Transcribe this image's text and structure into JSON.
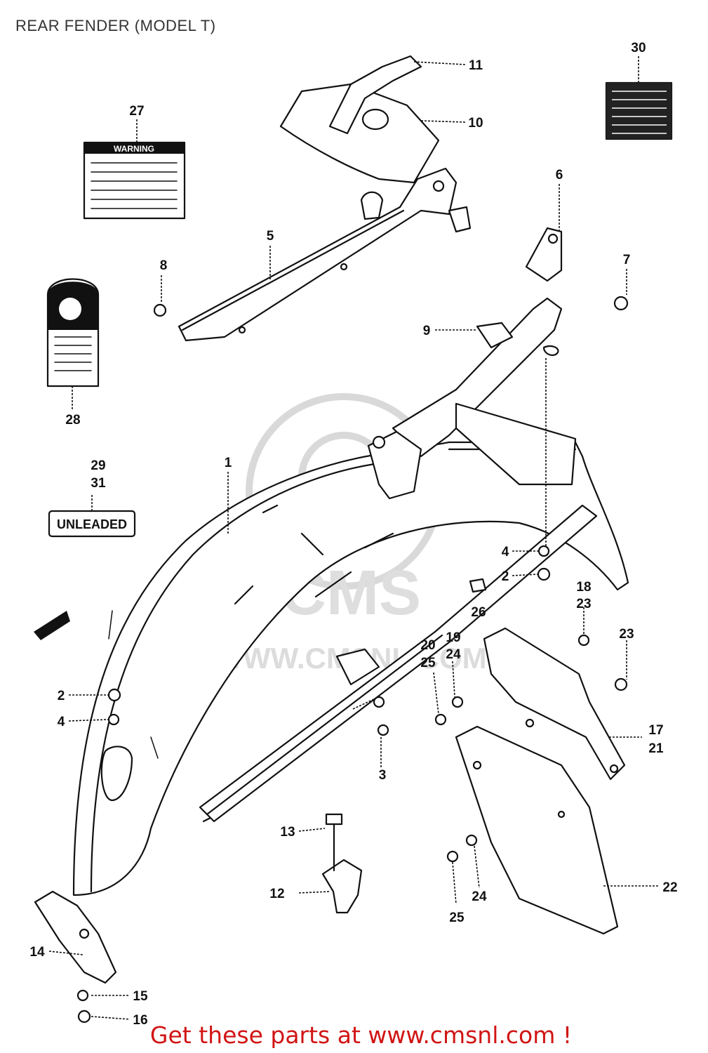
{
  "page": {
    "title": "REAR FENDER (MODEL T)",
    "footer": "Get these parts at www.cmsnl.com !",
    "watermark_text": "WWW.CMSNL.COM",
    "watermark_logo": "CMS"
  },
  "labels": {
    "warning_label_text": "WARNING",
    "unleaded_label_text": "UNLEADED"
  },
  "callouts": {
    "c1": "1",
    "c2a": "2",
    "c2b": "2",
    "c3": "3",
    "c4a": "4",
    "c4b": "4",
    "c5": "5",
    "c6": "6",
    "c7": "7",
    "c8": "8",
    "c9": "9",
    "c10": "10",
    "c11": "11",
    "c12": "12",
    "c13": "13",
    "c14": "14",
    "c15": "15",
    "c16": "16",
    "c17": "17",
    "c18": "18",
    "c19": "19",
    "c20": "20",
    "c21": "21",
    "c22": "22",
    "c23a": "23",
    "c23b": "23",
    "c24a": "24",
    "c24b": "24",
    "c25a": "25",
    "c25b": "25",
    "c26": "26",
    "c27": "27",
    "c28": "28",
    "c29": "29",
    "c30": "30",
    "c31": "31"
  }
}
